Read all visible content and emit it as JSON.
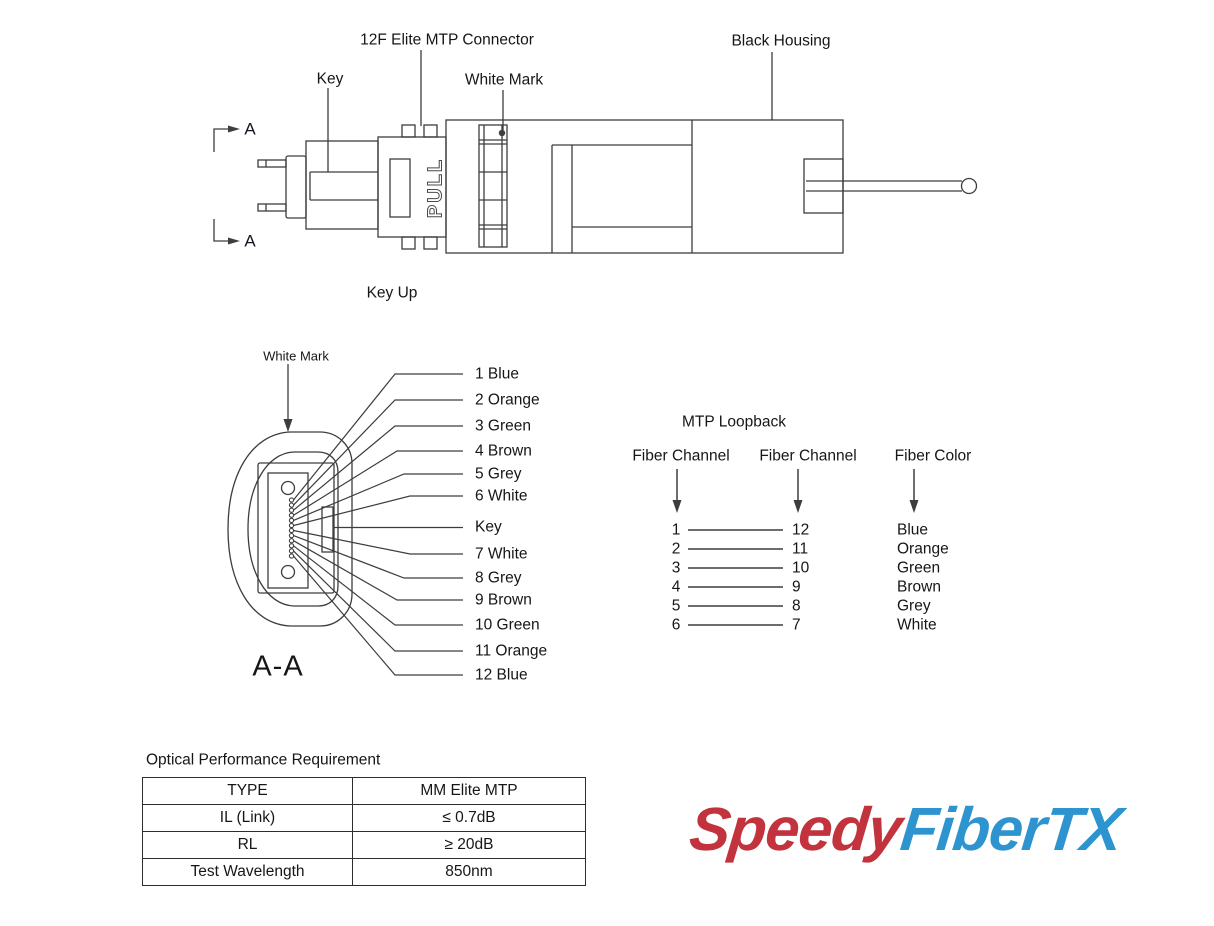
{
  "side_view": {
    "connector_label": "12F Elite MTP Connector",
    "housing_label": "Black Housing",
    "key_label": "Key",
    "white_mark_label": "White Mark",
    "pull_text": "PULL",
    "key_up_caption": "Key Up",
    "section_marker_top": "A",
    "section_marker_bottom": "A"
  },
  "section_view": {
    "title": "A-A",
    "white_mark_label": "White Mark",
    "fiber_labels": [
      "1 Blue",
      "2 Orange",
      "3 Green",
      "4 Brown",
      "5 Grey",
      "6 White",
      "Key",
      "7 White",
      "8 Grey",
      "9 Brown",
      "10 Green",
      "11 Orange",
      "12 Blue"
    ]
  },
  "loopback": {
    "title": "MTP Loopback",
    "columns": [
      "Fiber Channel",
      "Fiber Channel",
      "Fiber Color"
    ],
    "rows": [
      {
        "from": "1",
        "to": "12",
        "color": "Blue"
      },
      {
        "from": "2",
        "to": "11",
        "color": "Orange"
      },
      {
        "from": "3",
        "to": "10",
        "color": "Green"
      },
      {
        "from": "4",
        "to": "9",
        "color": "Brown"
      },
      {
        "from": "5",
        "to": "8",
        "color": "Grey"
      },
      {
        "from": "6",
        "to": "7",
        "color": "White"
      }
    ]
  },
  "optical_table": {
    "title": "Optical Performance Requirement",
    "rows": [
      {
        "param": "TYPE",
        "value": "MM Elite MTP"
      },
      {
        "param": "IL (Link)",
        "value": "≤ 0.7dB"
      },
      {
        "param": "RL",
        "value": "≥ 20dB"
      },
      {
        "param": "Test Wavelength",
        "value": "850nm"
      }
    ]
  },
  "logo": {
    "text_red": "Speedy",
    "text_blue": "FiberTX",
    "red_color": "#c2333e",
    "blue_color": "#2e94d0"
  }
}
